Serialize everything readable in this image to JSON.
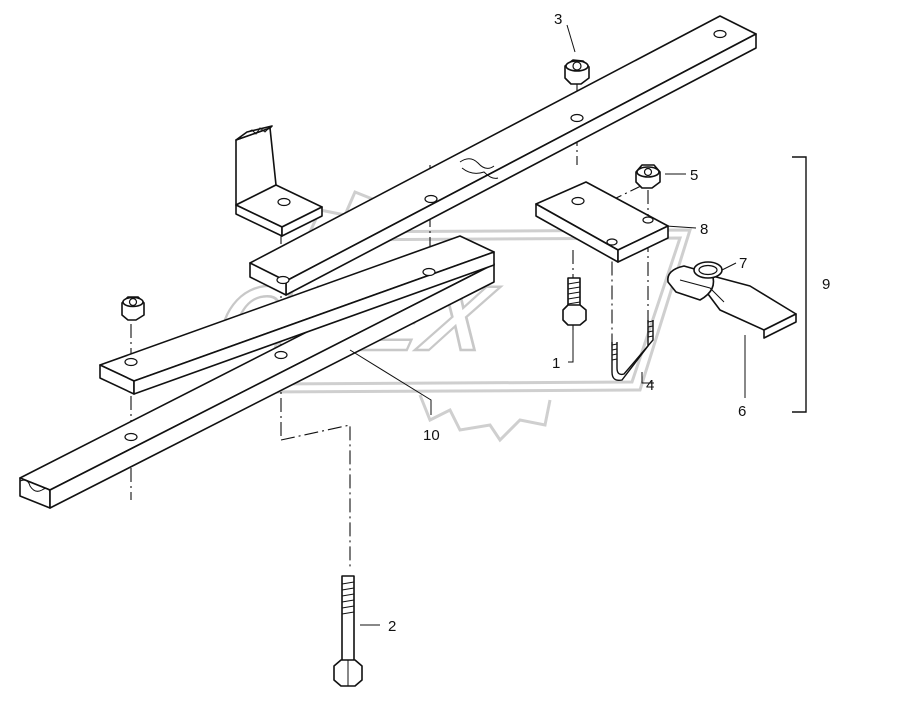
{
  "watermark": {
    "text": "OPEX"
  },
  "callouts": {
    "c1": "1",
    "c2": "2",
    "c3": "3",
    "c4": "4",
    "c5": "5",
    "c6": "6",
    "c7": "7",
    "c8": "8",
    "c9": "9",
    "c10": "10"
  }
}
